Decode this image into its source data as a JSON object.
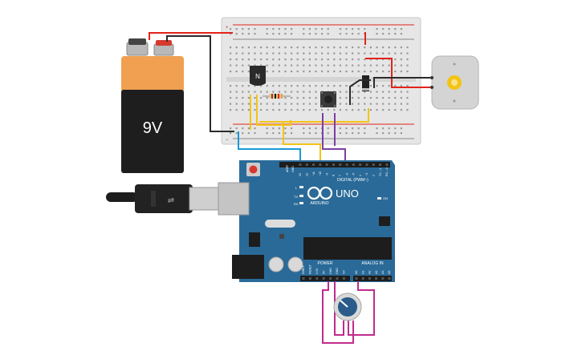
{
  "battery": {
    "label": "9V"
  },
  "transistor": {
    "label": "N"
  },
  "arduino": {
    "brand": "ARDUINO",
    "model": "UNO",
    "digital_header": "DIGITAL (PWM~)",
    "power_header": "POWER",
    "analog_header": "ANALOG IN",
    "aref": "AREF",
    "gnd": "GND",
    "on_label": "ON",
    "led_l": "L",
    "led_tx": "TX",
    "led_rx": "RX",
    "digital_pins": [
      "13",
      "12",
      "~11",
      "~10",
      "~9",
      "8",
      "7",
      "~6",
      "~5",
      "4",
      "~3",
      "2",
      "TX→1",
      "RX←0"
    ],
    "power_pins": [
      "IOREF",
      "RESET",
      "3.3V",
      "5V",
      "GND",
      "GND",
      "Vin"
    ],
    "analog_pins": [
      "A0",
      "A1",
      "A2",
      "A3",
      "A4",
      "A5"
    ]
  },
  "colors": {
    "board": "#2a6a98",
    "breadboard": "#e6e6e6",
    "wire_red": "#e2231a",
    "wire_black": "#2b2b2b",
    "wire_yellow": "#f2c417",
    "wire_purple": "#7b3fa3",
    "wire_blue": "#1a9ad6",
    "wire_magenta": "#c02b8c",
    "battery_top": "#f0a050",
    "battery_body": "#1e1e1e"
  }
}
